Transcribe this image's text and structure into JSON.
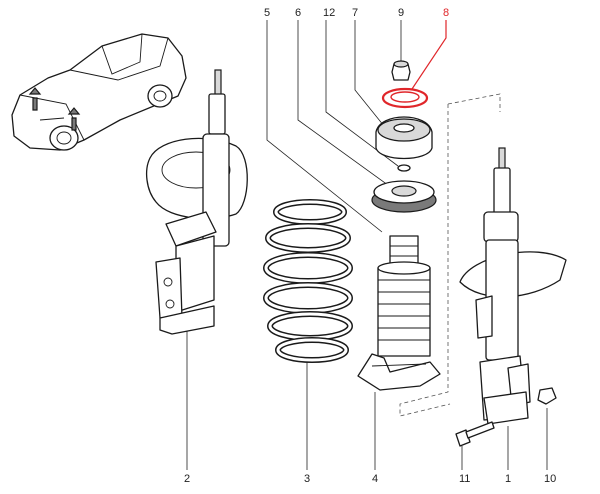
{
  "diagram": {
    "callouts": [
      {
        "id": "c5",
        "text": "5"
      },
      {
        "id": "c6",
        "text": "6"
      },
      {
        "id": "c12",
        "text": "12"
      },
      {
        "id": "c7",
        "text": "7"
      },
      {
        "id": "c9",
        "text": "9"
      },
      {
        "id": "c8",
        "text": "8",
        "highlight": true,
        "color": "#e0262a"
      },
      {
        "id": "c2",
        "text": "2"
      },
      {
        "id": "c3",
        "text": "3"
      },
      {
        "id": "c4",
        "text": "4"
      },
      {
        "id": "c11",
        "text": "11"
      },
      {
        "id": "c1",
        "text": "1"
      },
      {
        "id": "c10",
        "text": "10"
      }
    ],
    "highlight_color": "#e0262a"
  }
}
